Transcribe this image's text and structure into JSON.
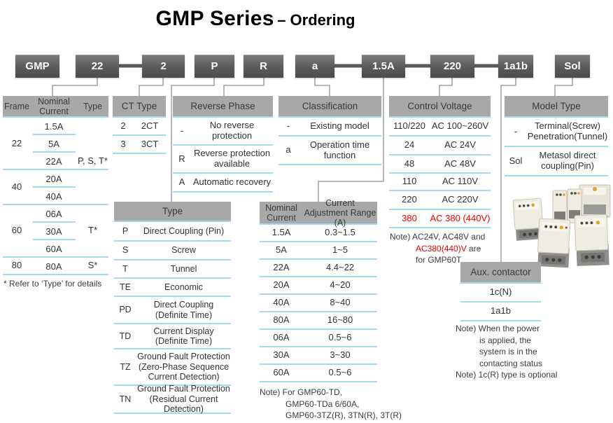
{
  "title": {
    "main": "GMP Series",
    "sub": "– Ordering"
  },
  "code_boxes": [
    {
      "label": "GMP"
    },
    {
      "label": "22"
    },
    {
      "label": "2"
    },
    {
      "label": "P"
    },
    {
      "label": "R"
    },
    {
      "label": "a"
    },
    {
      "label": "1.5A"
    },
    {
      "label": "220"
    },
    {
      "label": "1a1b"
    },
    {
      "label": "Sol"
    }
  ],
  "frame_table": {
    "headers": [
      "Frame",
      "Nominal Current",
      "Type"
    ],
    "currents": [
      "1.5A",
      "5A",
      "22A",
      "20A",
      "40A",
      "06A",
      "30A",
      "60A",
      "80A"
    ],
    "frames": [
      "22",
      "40",
      "60",
      "80"
    ],
    "types": [
      "P, S, T*",
      "T*",
      "S*"
    ],
    "footnote": "* Refer to ‘Type’ for details"
  },
  "ct_table": {
    "header": "CT Type",
    "rows": [
      {
        "code": "2",
        "desc": "2CT"
      },
      {
        "code": "3",
        "desc": "3CT"
      }
    ]
  },
  "reverse_table": {
    "header": "Reverse Phase",
    "rows": [
      {
        "code": "-",
        "desc": "No reverse protection"
      },
      {
        "code": "R",
        "desc": "Reverse protection available"
      },
      {
        "code": "A",
        "desc": "Automatic recovery"
      }
    ]
  },
  "class_table": {
    "header": "Classification",
    "rows": [
      {
        "code": "-",
        "desc": "Existing model"
      },
      {
        "code": "a",
        "desc": "Operation time function"
      }
    ]
  },
  "voltage_table": {
    "header": "Control Voltage",
    "rows": [
      {
        "code": "110/220",
        "desc": "AC 100~260V"
      },
      {
        "code": "24",
        "desc": "AC 24V"
      },
      {
        "code": "48",
        "desc": "AC 48V"
      },
      {
        "code": "110",
        "desc": "AC 110V"
      },
      {
        "code": "220",
        "desc": "AC 220V"
      },
      {
        "code": "380",
        "desc": "AC 380 (440V)"
      }
    ],
    "note": {
      "line1": "Note) AC24V, AC48V and",
      "line2_red": "AC380(440)V",
      "line2_rest": " are",
      "line3": "for GMP60T"
    }
  },
  "model_table": {
    "header": "Model Type",
    "rows": [
      {
        "code": "-",
        "desc": "Terminal(Screw) Penetration(Tunnel)"
      },
      {
        "code": "Sol",
        "desc": "Metasol direct coupling(Pin)"
      }
    ]
  },
  "type_table": {
    "header": "Type",
    "rows": [
      {
        "code": "P",
        "desc": "Direct Coupling (Pin)"
      },
      {
        "code": "S",
        "desc": "Screw"
      },
      {
        "code": "T",
        "desc": "Tunnel"
      },
      {
        "code": "TE",
        "desc": "Economic"
      },
      {
        "code": "PD",
        "desc": "Direct Coupling (Definite Time)"
      },
      {
        "code": "TD",
        "desc": "Current Display (Definite Time)"
      },
      {
        "code": "TZ",
        "desc": "Ground Fault Protection (Zero-Phase Sequence Current Detection)"
      },
      {
        "code": "TN",
        "desc": "Ground Fault Protection (Residual Current Detection)"
      }
    ]
  },
  "adjust_table": {
    "headers": [
      "Nominal Current",
      "Current Adjustment Range (A)"
    ],
    "rows": [
      {
        "code": "1.5A",
        "desc": "0.3~1.5"
      },
      {
        "code": "5A",
        "desc": "1~5"
      },
      {
        "code": "22A",
        "desc": "4.4~22"
      },
      {
        "code": "20A",
        "desc": "4~20"
      },
      {
        "code": "40A",
        "desc": "8~40"
      },
      {
        "code": "80A",
        "desc": "16~80"
      },
      {
        "code": "06A",
        "desc": "0.5~6"
      },
      {
        "code": "30A",
        "desc": "3~30"
      },
      {
        "code": "60A",
        "desc": "0.5~6"
      }
    ],
    "note": {
      "line1": "Note) For GMP60-TD,",
      "line2": "GMP60-TDa 6/60A,",
      "line3": "GMP60-3TZ(R), 3TN(R), 3T(R)"
    }
  },
  "aux_table": {
    "header": "Aux. contactor",
    "rows": [
      {
        "label": "1c(N)"
      },
      {
        "label": "1a1b"
      }
    ],
    "note1": {
      "line1": "Note) When the power",
      "line2": "is applied, the",
      "line3": "system is in the",
      "line4": "contacting status"
    },
    "note2": "Note) 1c(R) type is optional"
  },
  "icons": {
    "product_photo": "gmp-contactor-devices-photo"
  },
  "colors": {
    "accent_blue": "#a5d9ee",
    "header_gray": "#a8a8a8",
    "code_box_gray": "#5a5a5a",
    "highlight_red": "#e80000"
  }
}
